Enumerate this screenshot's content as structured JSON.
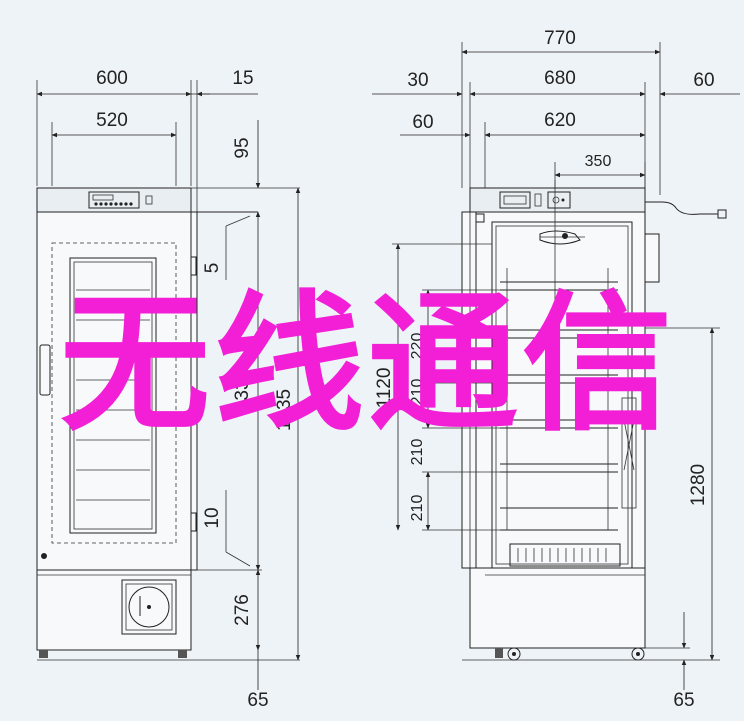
{
  "overlay_text": "无线通信",
  "colors": {
    "overlay": "#f21fd6",
    "background": "#eef3f8",
    "line": "#222222"
  },
  "left_view": {
    "width_total": "600",
    "width_side": "15",
    "width_inner": "520",
    "top_gap": "95",
    "door_gap_top": "5",
    "door_gap_bottom": "10",
    "inner_height": "1335",
    "total_height": "1835",
    "base_height": "276",
    "foot": "65"
  },
  "right_view": {
    "depth_total": "770",
    "left_offset": "30",
    "depth_body": "680",
    "right_offset": "60",
    "front_offset": "60",
    "depth_inner": "620",
    "shelf_depth": "350",
    "inner_height": "1120",
    "shelf_pitch_1": "220",
    "shelf_pitch_2": "210",
    "shelf_pitch_3": "210",
    "shelf_pitch_4": "210",
    "cabinet_height": "1280",
    "foot": "65"
  }
}
